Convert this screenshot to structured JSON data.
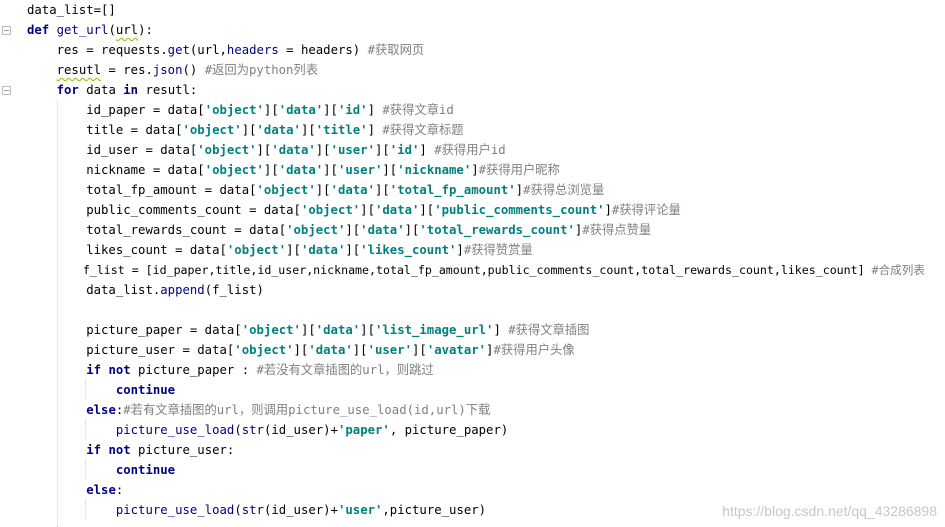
{
  "lines": [
    "data_list=[]",
    "def get_url(url):",
    "    res = requests.get(url,headers = headers) #获取网页",
    "    resutl = res.json() #返回为python列表",
    "    for data in resutl:",
    "        id_paper = data['object']['data']['id'] #获得文章id",
    "        title = data['object']['data']['title'] #获得文章标题",
    "        id_user = data['object']['data']['user']['id'] #获得用户id",
    "        nickname = data['object']['data']['user']['nickname']#获得用户昵称",
    "        total_fp_amount = data['object']['data']['total_fp_amount']#获得总浏览量",
    "        public_comments_count = data['object']['data']['public_comments_count']#获得评论量",
    "        total_rewards_count = data['object']['data']['total_rewards_count']#获得点赞量",
    "        likes_count = data['object']['data']['likes_count']#获得赞赏量",
    "        f_list = [id_paper,title,id_user,nickname,total_fp_amount,public_comments_count,total_rewards_count,likes_count] #合成列表",
    "        data_list.append(f_list)",
    "",
    "        picture_paper = data['object']['data']['list_image_url'] #获得文章插图",
    "        picture_user = data['object']['data']['user']['avatar']#获得用户头像",
    "        if not picture_paper : #若没有文章插图的url，则跳过",
    "            continue",
    "        else:#若有文章插图的url，则调用picture_use_load(id,url)下载",
    "            picture_use_load(str(id_user)+'paper', picture_paper)",
    "        if not picture_user:",
    "            continue",
    "        else:",
    "            picture_use_load(str(id_user)+'user',picture_user)"
  ],
  "watermark": "https://blog.csdn.net/qq_43286898"
}
